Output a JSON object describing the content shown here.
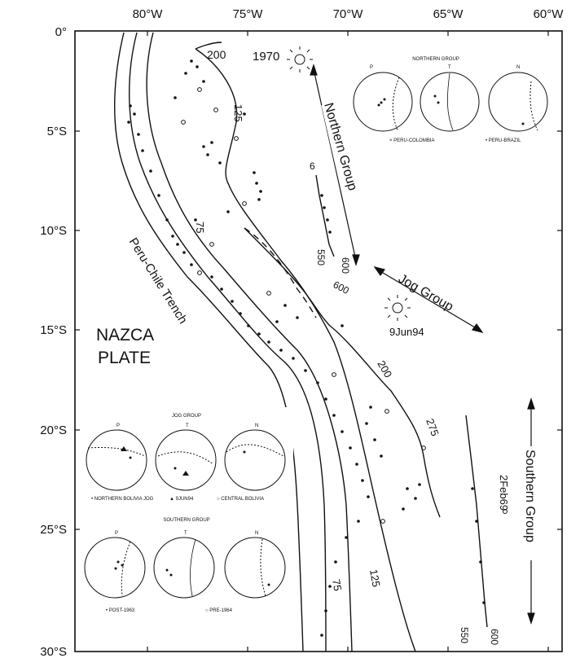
{
  "axes": {
    "longitude_ticks": [
      "80°W",
      "75°W",
      "70°W",
      "65°W",
      "60°W"
    ],
    "latitude_ticks": [
      "0°",
      "5°S",
      "10°S",
      "15°S",
      "20°S",
      "25°S",
      "30°S"
    ]
  },
  "plate_label": [
    "NAZCA",
    "PLATE"
  ],
  "trench_label": "Peru-Chile Trench",
  "depth_contours": [
    "200",
    "125",
    "75",
    "200",
    "275",
    "125",
    "75"
  ],
  "groups": {
    "northern": "Northern Group",
    "jog": "Jog Group",
    "southern": "Southern Group"
  },
  "events": {
    "e1970": "1970",
    "e9jun94": "9Jun94",
    "e2feb69": "2Feb69"
  },
  "depth_labels": {
    "north_6": "6",
    "north_550": "550",
    "north_600": "600",
    "jog_600": "600",
    "south_550": "550",
    "south_600": "600"
  },
  "inset_northern": {
    "title": "NORTHERN GROUP",
    "axes": [
      "P",
      "T",
      "N"
    ],
    "legend": [
      "× PERU-COLOMBIA",
      "• PERU-BRAZIL"
    ]
  },
  "inset_jog": {
    "title": "JOG GROUP",
    "axes": [
      "P",
      "T",
      "N"
    ],
    "legend": [
      "• NORTHERN BOLIVIA JOG",
      "▲ 9JUN94",
      "○ CENTRAL BOLIVIA"
    ]
  },
  "inset_southern": {
    "title": "SOUTHERN GROUP",
    "axes": [
      "P",
      "T",
      "N"
    ],
    "legend": [
      "• POST-1963",
      "○ PRE-1964"
    ]
  }
}
